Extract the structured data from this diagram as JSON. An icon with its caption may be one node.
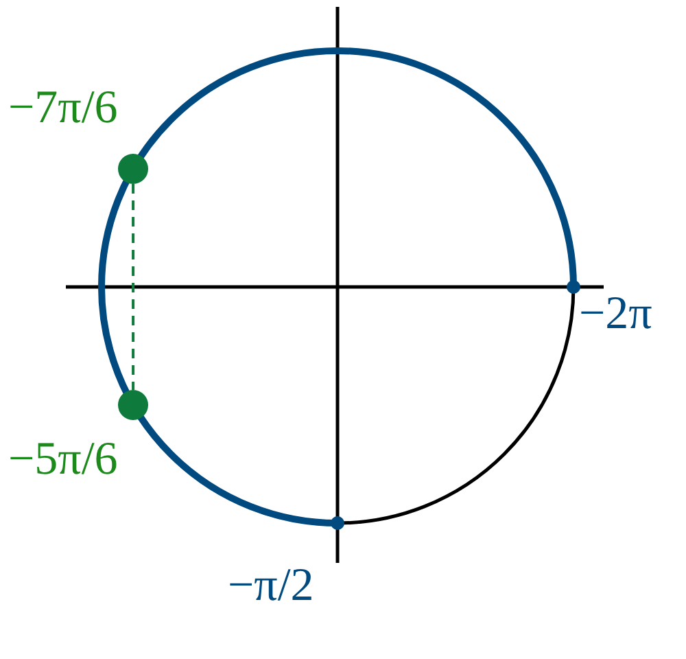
{
  "diagram": {
    "nodes": [
      {
        "text": [],
        "shape": "circle",
        "beside": [
          "−7π/6"
        ]
      },
      {
        "text": [],
        "shape": "circle",
        "beside": [
          "−2π"
        ]
      },
      {
        "text": [],
        "shape": "circle",
        "beside": [
          "−5π/6"
        ]
      },
      {
        "text": [],
        "shape": "circle",
        "beside": [
          "−π/2"
        ]
      }
    ],
    "edges": [
      {
        "from": 0,
        "to": 2,
        "arrow": "none",
        "style": "dashed",
        "color": "#117a3d"
      }
    ]
  }
}
